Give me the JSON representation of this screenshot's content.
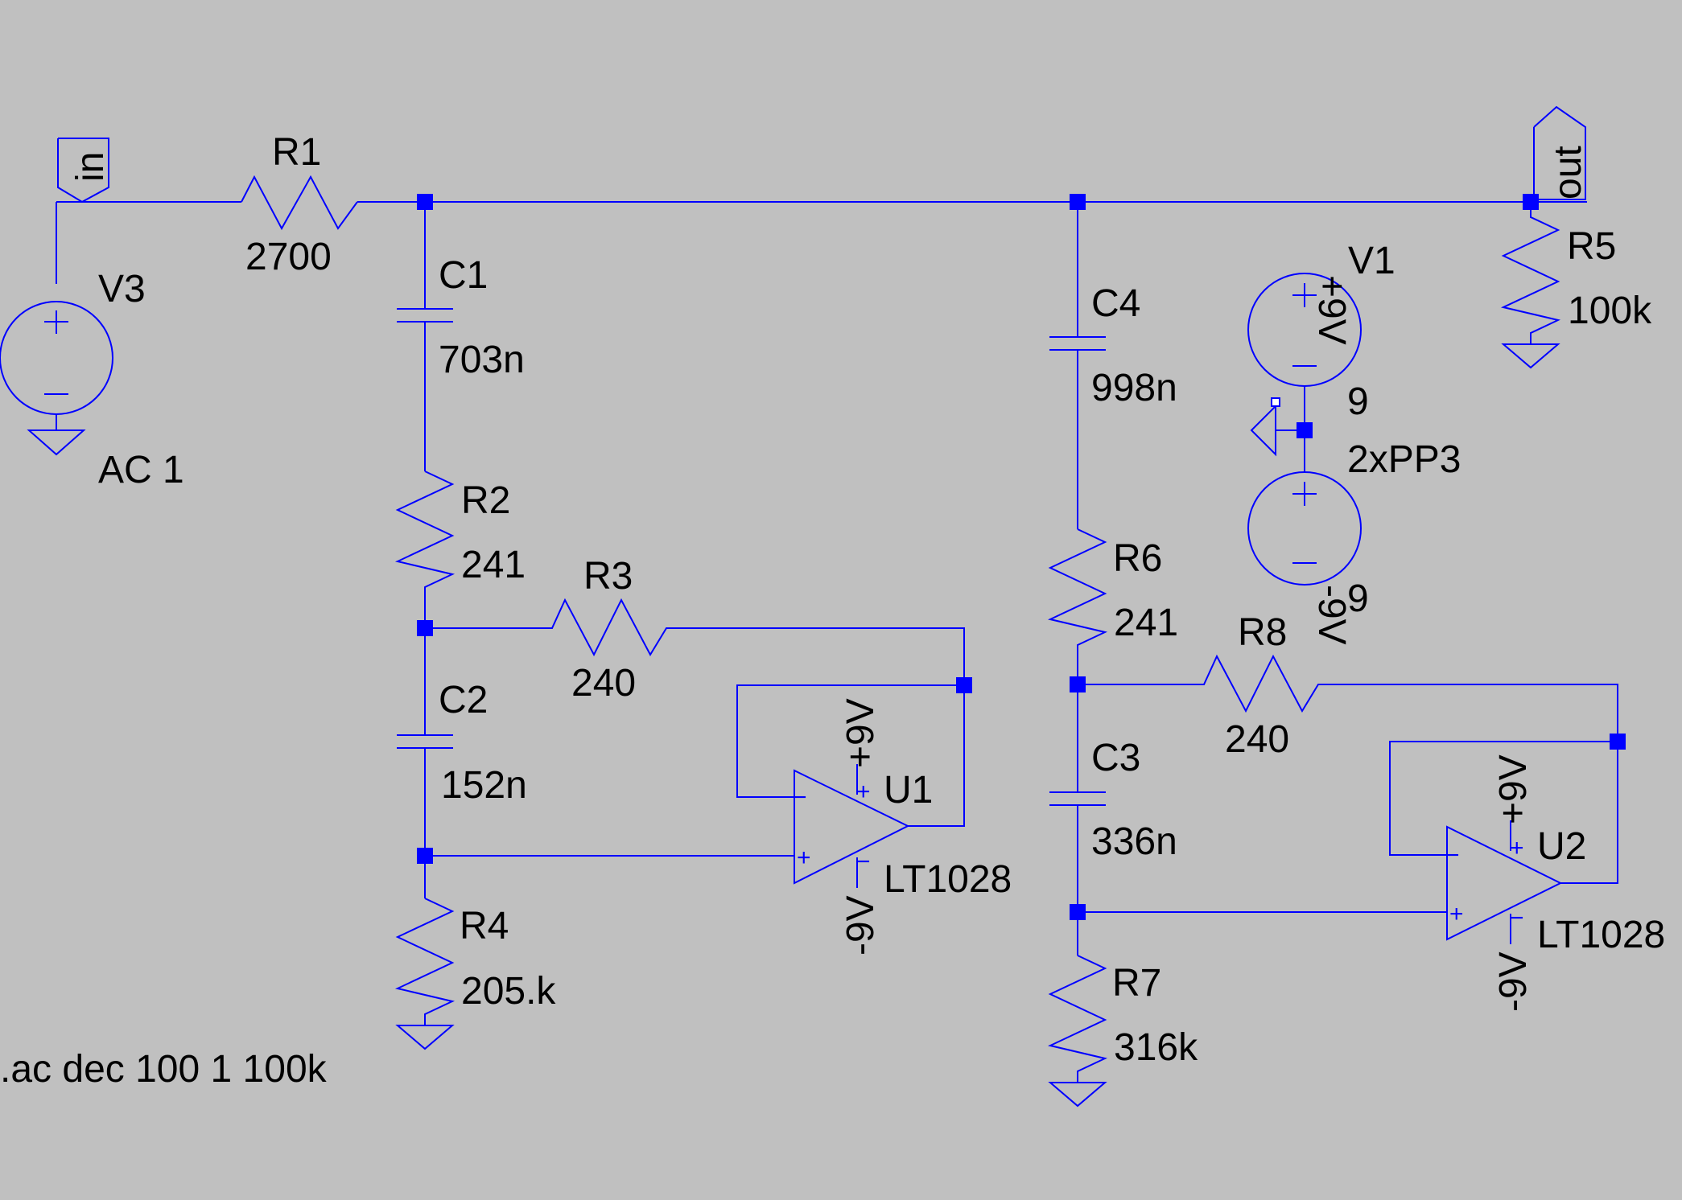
{
  "schematic": {
    "ports": {
      "in": "in",
      "out": "out"
    },
    "sources": {
      "V3": {
        "name": "V3",
        "value": "AC 1"
      },
      "V1": {
        "name": "V1",
        "value_top": "9",
        "model": "2xPP3",
        "value_bottom": "9"
      }
    },
    "rails": {
      "pos": "+9V",
      "neg": "-9V"
    },
    "resistors": {
      "R1": {
        "name": "R1",
        "value": "2700"
      },
      "R2": {
        "name": "R2",
        "value": "241"
      },
      "R3": {
        "name": "R3",
        "value": "240"
      },
      "R4": {
        "name": "R4",
        "value": "205.k"
      },
      "R5": {
        "name": "R5",
        "value": "100k"
      },
      "R6": {
        "name": "R6",
        "value": "241"
      },
      "R7": {
        "name": "R7",
        "value": "316k"
      },
      "R8": {
        "name": "R8",
        "value": "240"
      }
    },
    "capacitors": {
      "C1": {
        "name": "C1",
        "value": "703n"
      },
      "C2": {
        "name": "C2",
        "value": "152n"
      },
      "C3": {
        "name": "C3",
        "value": "336n"
      },
      "C4": {
        "name": "C4",
        "value": "998n"
      }
    },
    "opamps": {
      "U1": {
        "name": "U1",
        "model": "LT1028"
      },
      "U2": {
        "name": "U2",
        "model": "LT1028"
      }
    },
    "directive": ".ac dec 100 1 100k"
  },
  "colors": {
    "wire": "#0000ff",
    "background": "#c0c0c0",
    "text": "#000000"
  }
}
